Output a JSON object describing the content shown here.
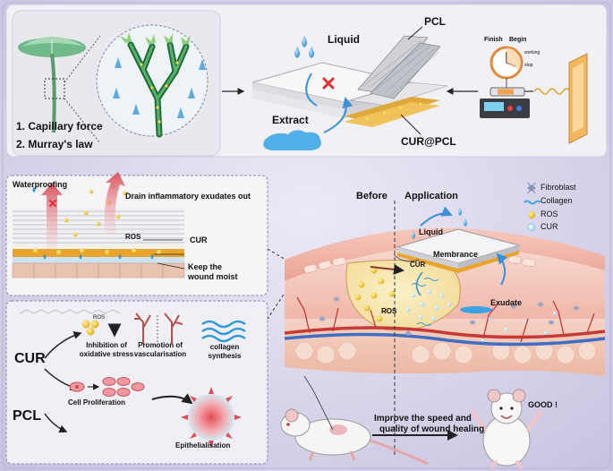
{
  "top_panel": {
    "capillary": "1. Capillary force",
    "murray": "2. Murray's law",
    "liquid": "Liquid",
    "pcl": "PCL",
    "extract": "Extract",
    "cur_pcl": "CUR@PCL",
    "finish": "Finish",
    "begin": "Begin",
    "working": "working",
    "stop": "stop"
  },
  "mech_panel": {
    "waterproofing": "Waterproofing",
    "drain": "Drain inflammatory exudates out",
    "ros": "ROS",
    "cur": "CUR",
    "moist_1": "Keep the",
    "moist_2": "wound moist"
  },
  "effects_panel": {
    "cur": "CUR",
    "pcl": "PCL",
    "ros": "ROS",
    "oxidative_1": "Inhibition of",
    "oxidative_2": "oxidative stress",
    "vascular_1": "Promotion of",
    "vascular_2": "vascularisation",
    "collagen_1": "collagen",
    "collagen_2": "synthesis",
    "proliferation": "Cell Proliferation",
    "epithelial": "Epithelialisation"
  },
  "wound": {
    "before": "Before",
    "application": "Application",
    "liquid": "Liquid",
    "membrance": "Membrance",
    "cur": "CUR",
    "ros": "ROS",
    "exudate": "Exudate",
    "improve_1": "Improve the speed and",
    "improve_2": "quality of wound healing",
    "good": "GOOD !"
  },
  "legend": [
    {
      "label": "Fibroblast",
      "color": "#9aa6c8"
    },
    {
      "label": "Collagen",
      "color": "#3aa7e0"
    },
    {
      "label": "ROS",
      "color": "#f2c21b"
    },
    {
      "label": "CUR",
      "color": "#a8dcef"
    }
  ],
  "colors": {
    "background": "#d6d2ea",
    "panel": "#f3f3f6",
    "plant_green": "#2f8a52",
    "curcumin": "#e8a92d",
    "skin": "#f2b6a8",
    "vessel_red": "#c83a36",
    "vessel_blue": "#3f6fc4",
    "drop_blue": "#3a9ad9"
  }
}
